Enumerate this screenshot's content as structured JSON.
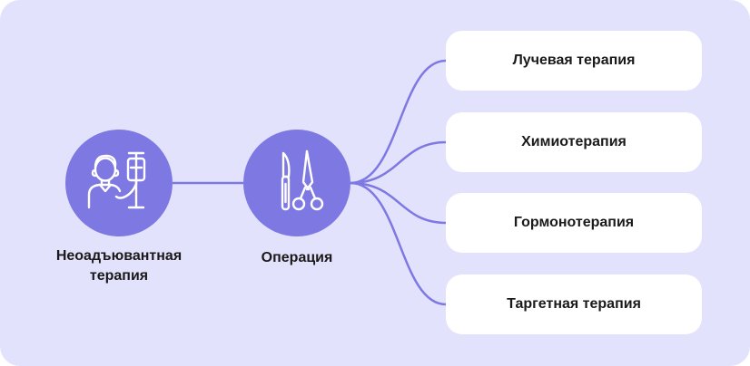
{
  "colors": {
    "background": "#e3e2fc",
    "accent": "#7e78e3",
    "box": "#ffffff",
    "text": "#1a1a1a"
  },
  "nodes": [
    {
      "label": "Неоадъювантная\nтерапия",
      "icon": "patient-iv-drip-icon"
    },
    {
      "label": "Операция",
      "icon": "surgical-instruments-icon"
    }
  ],
  "branches": [
    {
      "label": "Лучевая терапия"
    },
    {
      "label": "Химиотерапия"
    },
    {
      "label": "Гормонотерапия"
    },
    {
      "label": "Таргетная терапия"
    }
  ]
}
